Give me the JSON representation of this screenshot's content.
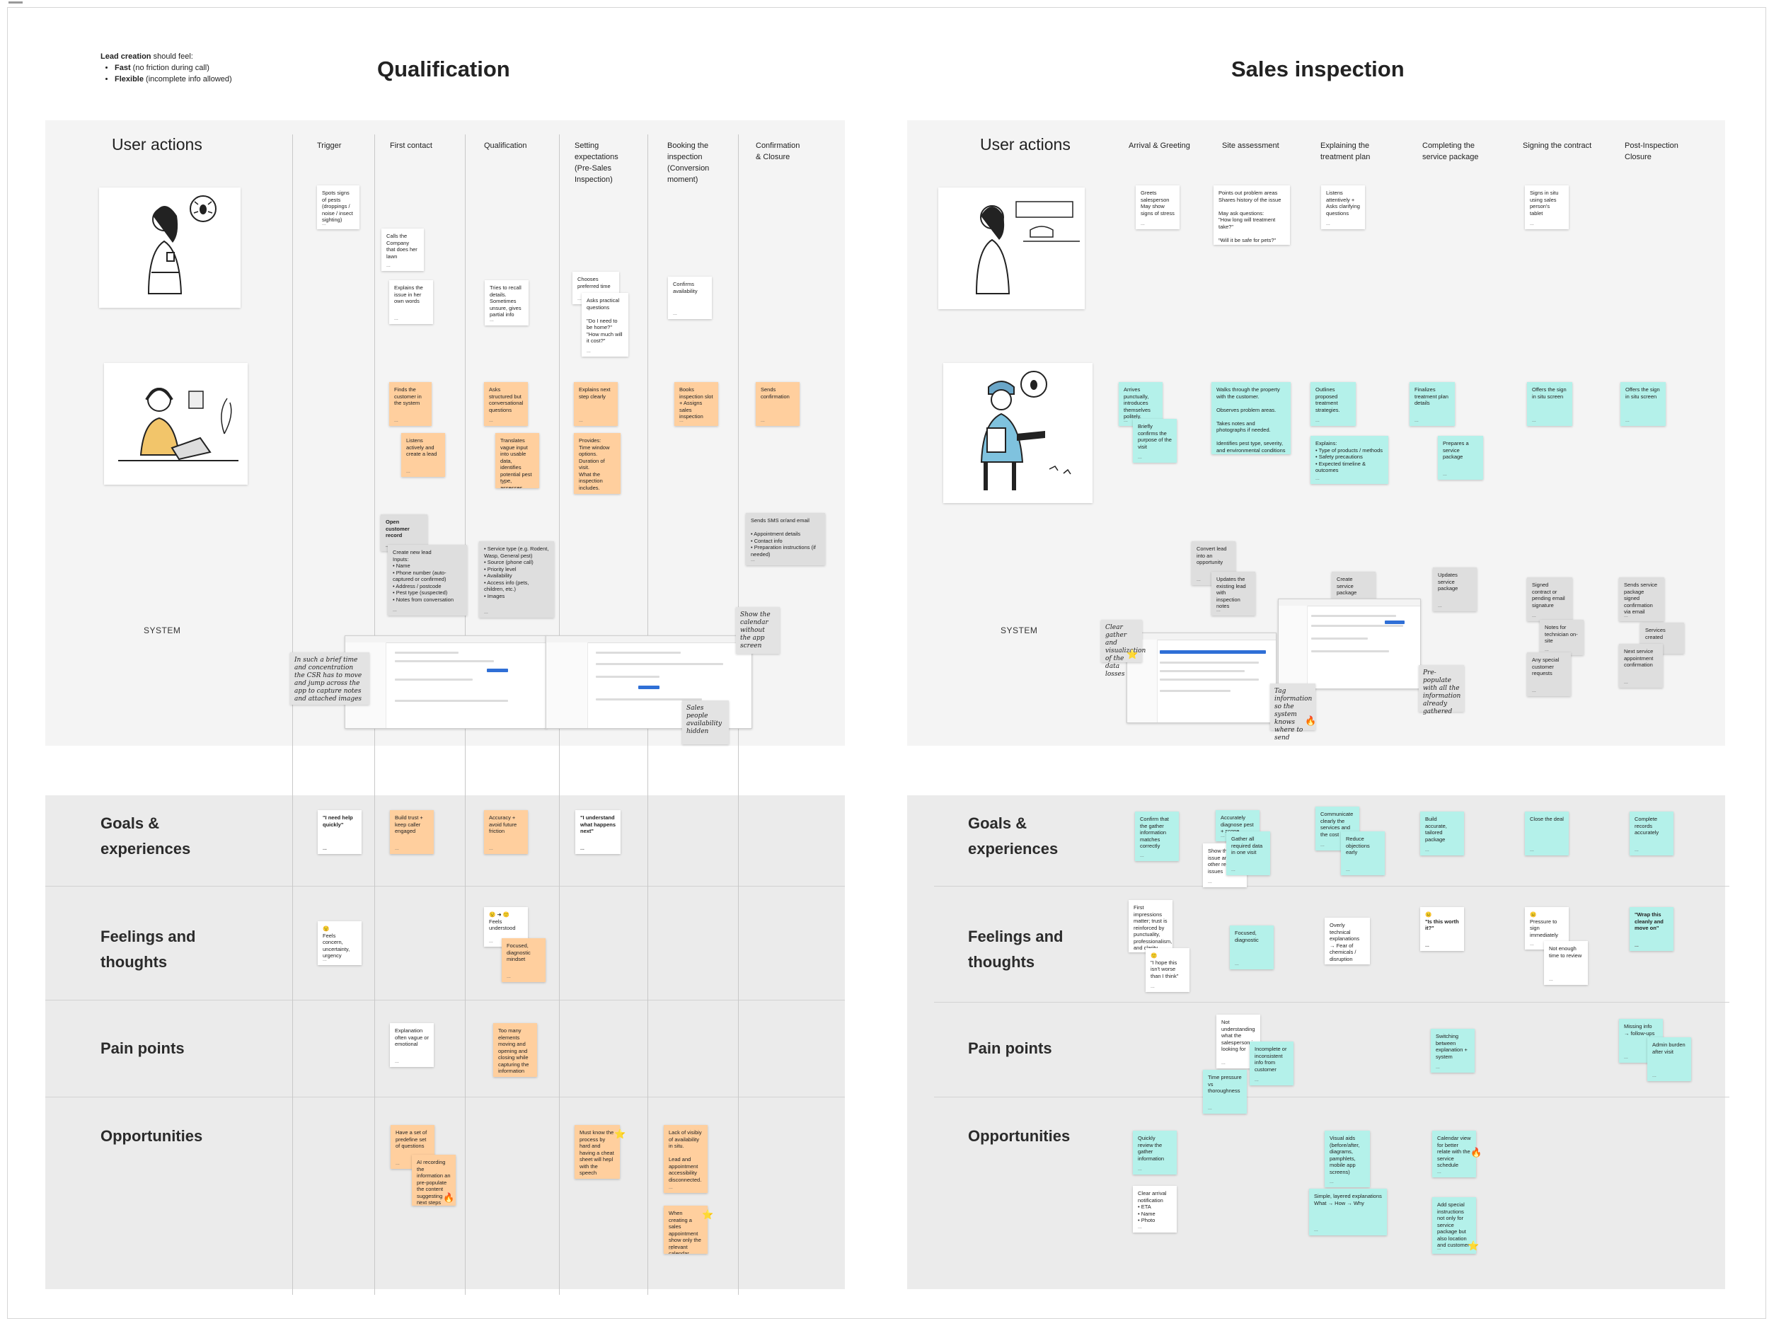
{
  "intro": {
    "title_bold": "Lead creation",
    "title_rest": " should feel:",
    "items": [
      {
        "bold": "Fast",
        "rest": " (no friction during call)"
      },
      {
        "bold": "Flexible",
        "rest": " (incomplete info allowed)"
      }
    ]
  },
  "sections": {
    "qualification": "Qualification",
    "inspection": "Sales inspection"
  },
  "lanes": {
    "user_actions": "User actions",
    "system": "SYSTEM",
    "goals_line1": "Goals &",
    "goals_line2": "experiences",
    "feelings_line1": "Feelings and",
    "feelings_line2": "thoughts",
    "pain": "Pain points",
    "opps": "Opportunities"
  },
  "qual_columns": [
    "Trigger",
    "First contact",
    "Qualification",
    "Setting\nexpectations\n(Pre-Sales\nInspection)",
    "Booking the\ninspection\n(Conversion\nmoment)",
    "Confirmation\n& Closure"
  ],
  "insp_columns": [
    "Arrival & Greeting",
    "Site assessment",
    "Explaining the\ntreatment plan",
    "Completing the\nservice package",
    "Signing the contract",
    "Post-Inspection\nClosure"
  ],
  "colors": {
    "orange": "#ffcf9e",
    "cyan": "#b4f1ea",
    "gray": "#dedede",
    "white": "#ffffff"
  },
  "qual_notes": {
    "n1": "Spots signs of pests (droppings / noise / insect sighting)",
    "n2": "Calls the Company that does her lawn",
    "n3": "Explains the issue in her own words",
    "n4": "Tries to recall details. Sometimes unsure, gives partial info",
    "n5": "Chooses preferred time",
    "n6": "Asks practical questions\n\n\"Do I need to be home?\"\n\"How much will it cost?\"",
    "n7": "Confirms availability",
    "n8": "Finds the customer in the system",
    "n9": "Listens actively and create a lead",
    "n10": "Asks structured but conversational questions",
    "n11": "Translates vague input into usable data, identifies potential pest type, assesses urgency",
    "n12": "Explains next step clearly",
    "n13": "Provides:\nTime window options.\nDuration of visit.\nWhat the inspection includes.",
    "n14": "Books inspection slot + Assigns sales inspection",
    "n15": "Sends confirmation",
    "s1": "Open customer record",
    "s2": "Create new lead\nInputs:\n• Name\n• Phone number (auto-captured or confirmed)\n• Address / postcode\n• Pest type (suspected)\n• Notes from conversation",
    "s3": "• Service type (e.g. Rodent, Wasp, General pest)\n• Source (phone call)\n• Priority level\n• Availability\n• Access info (pets, children, etc.)\n• Images",
    "s4": "Sends SMS or/and email\n\n• Appointment details\n• Contact info\n• Preparation instructions (if needed)",
    "h1": "In such a brief time and concentration the CSR has to move and jump across the app to capture notes and attached images",
    "h2": "Show the calendar without the app screen",
    "h3": "Sales people availability hidden",
    "g1": "\"I need help quickly\"",
    "g2": "Build trust + keep caller engaged",
    "g3": "Accuracy + avoid future friction",
    "g4": "\"I understand what happens next\"",
    "f1": "😟\nFeels concern, uncertainty, urgency",
    "f2": "😟 ➜ 🙂\nFeels understood",
    "f3": "Focused, diagnostic mindset",
    "p1": "Explanation often vague or emotional",
    "p2": "Too many elements moving and opening and closing while capturing the information",
    "o1": "Have a set of predefine set of questions",
    "o2": "AI recording the information an pre-populate the content suggesting next steps",
    "o3": "Must know the process by hard and having a cheat sheet will hepl with the speech",
    "o4": "Lack of visibiy of availability in situ.\n\nLead and appointment accessibility disconnected.",
    "o5": "When creating a sales appointment show only the relevant calendar"
  },
  "insp_notes": {
    "n1": "Greets salesperson\nMay show signs of stress",
    "n2": "Points out problem areas\nShares history of the issue\n\nMay ask questions:\n\"How long will treatment take?\"\n\n\"Will it be safe for pets?\"",
    "n3": "Listens attentively + Asks clarifying questions",
    "n4": "Signs in situ using sales person's tablet",
    "n5": "Arrives punctually, introduces themselves politely.",
    "n6": "Briefly confirms the purpose of the visit",
    "n7": "Walks through the property with the customer.\n\nObserves problem areas.\n\nTakes notes and photographs if needed.\n\nIdentifies pest type, severity, and environmental conditions",
    "n8": "Outlines proposed treatment strategies.",
    "n9": "Explains:\n• Type of products / methods\n• Safety precautions\n• Expected timeline & outcomes",
    "n10": "Finalizes treatment plan details",
    "n11": "Prepares a service package",
    "n12": "Offers the sign in situ screen",
    "n13": "Offers the sign in situ screen",
    "s1": "Convert lead into an opportunity",
    "s2": "Updates the existing lead with inspection notes",
    "s3": "Create service package",
    "s4": "Updates service package",
    "s5": "Signed contract or pending email signature",
    "s6": "Notes for technician on-site",
    "s7": "Any special customer requests",
    "s8": "Sends service package signed confirmation via email",
    "s9": "Services created",
    "s10": "Next service appointment confirmation",
    "h1": "Clear gather and visualization of the data losses",
    "h2": "Tag information so the system knows where to send",
    "h3": "Pre-populate with all the information already gathered",
    "g1": "Confirm that the gather information matches correctly",
    "g2": "Accurately diagnose pest + scope",
    "g3": "Show the pest issue and any other related issues",
    "g4": "Gather all required data in one visit",
    "g5": "Communicate clearly the services and the cost",
    "g6": "Reduce objections early",
    "g7": "Build accurate, tailored package",
    "g8": "Close the deal",
    "g9": "Complete records accurately",
    "f1": "First impressions matter; trust is reinforced by punctuality, professionalism, and clarity",
    "f2": "🙂\n\"I hope this isn't worse than I think\"",
    "f3": "Focused, diagnostic",
    "f4": "Overly technical explanations\n→ Fear of chemicals / disruption",
    "f5": "😐\n\"Is this worth it?\"",
    "f6": "😐\nPressure to sign immediately",
    "f7": "Not enough time to review",
    "f8": "\"Wrap this cleanly and move on\"",
    "p1": "Not understanding what the salesperson is looking for",
    "p2": "Incomplete or inconsistent info from customer",
    "p3": "Time pressure vs thoroughness",
    "p4": "Switching between explanation + system",
    "p5": "Missing info → follow-ups",
    "p6": "Admin burden after visit",
    "o1": "Quickly review the gather information",
    "o2": "Clear arrival notification\n• ETA\n• Name\n• Photo",
    "o3": "Visual aids (before/after, diagrams, pamphlets, mobile app screens)",
    "o4": "Simple, layered explanations\nWhat → How → Why",
    "o5": "Calendar view for better relate with the service schedule",
    "o6": "Add special instructions not only for service package but also location and customer"
  }
}
